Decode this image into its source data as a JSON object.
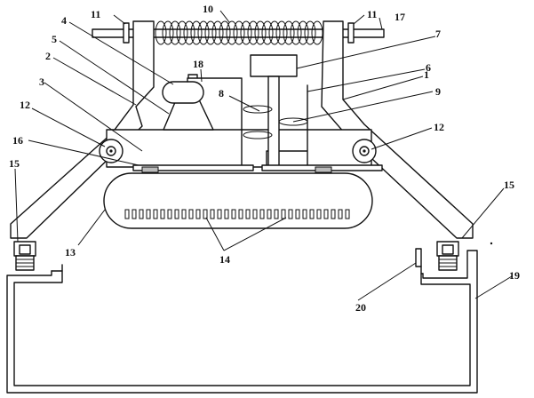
{
  "labels": {
    "l1": "1",
    "l2": "2",
    "l3": "3",
    "l4": "4",
    "l5": "5",
    "l6": "6",
    "l7": "7",
    "l8": "8",
    "l9": "9",
    "l10": "10",
    "l11a": "11",
    "l11b": "11",
    "l12a": "12",
    "l12b": "12",
    "l13": "13",
    "l14": "14",
    "l15a": "15",
    "l15b": "15",
    "l16": "16",
    "l17": "17",
    "l18": "18",
    "l19": "19",
    "l20": "20"
  }
}
